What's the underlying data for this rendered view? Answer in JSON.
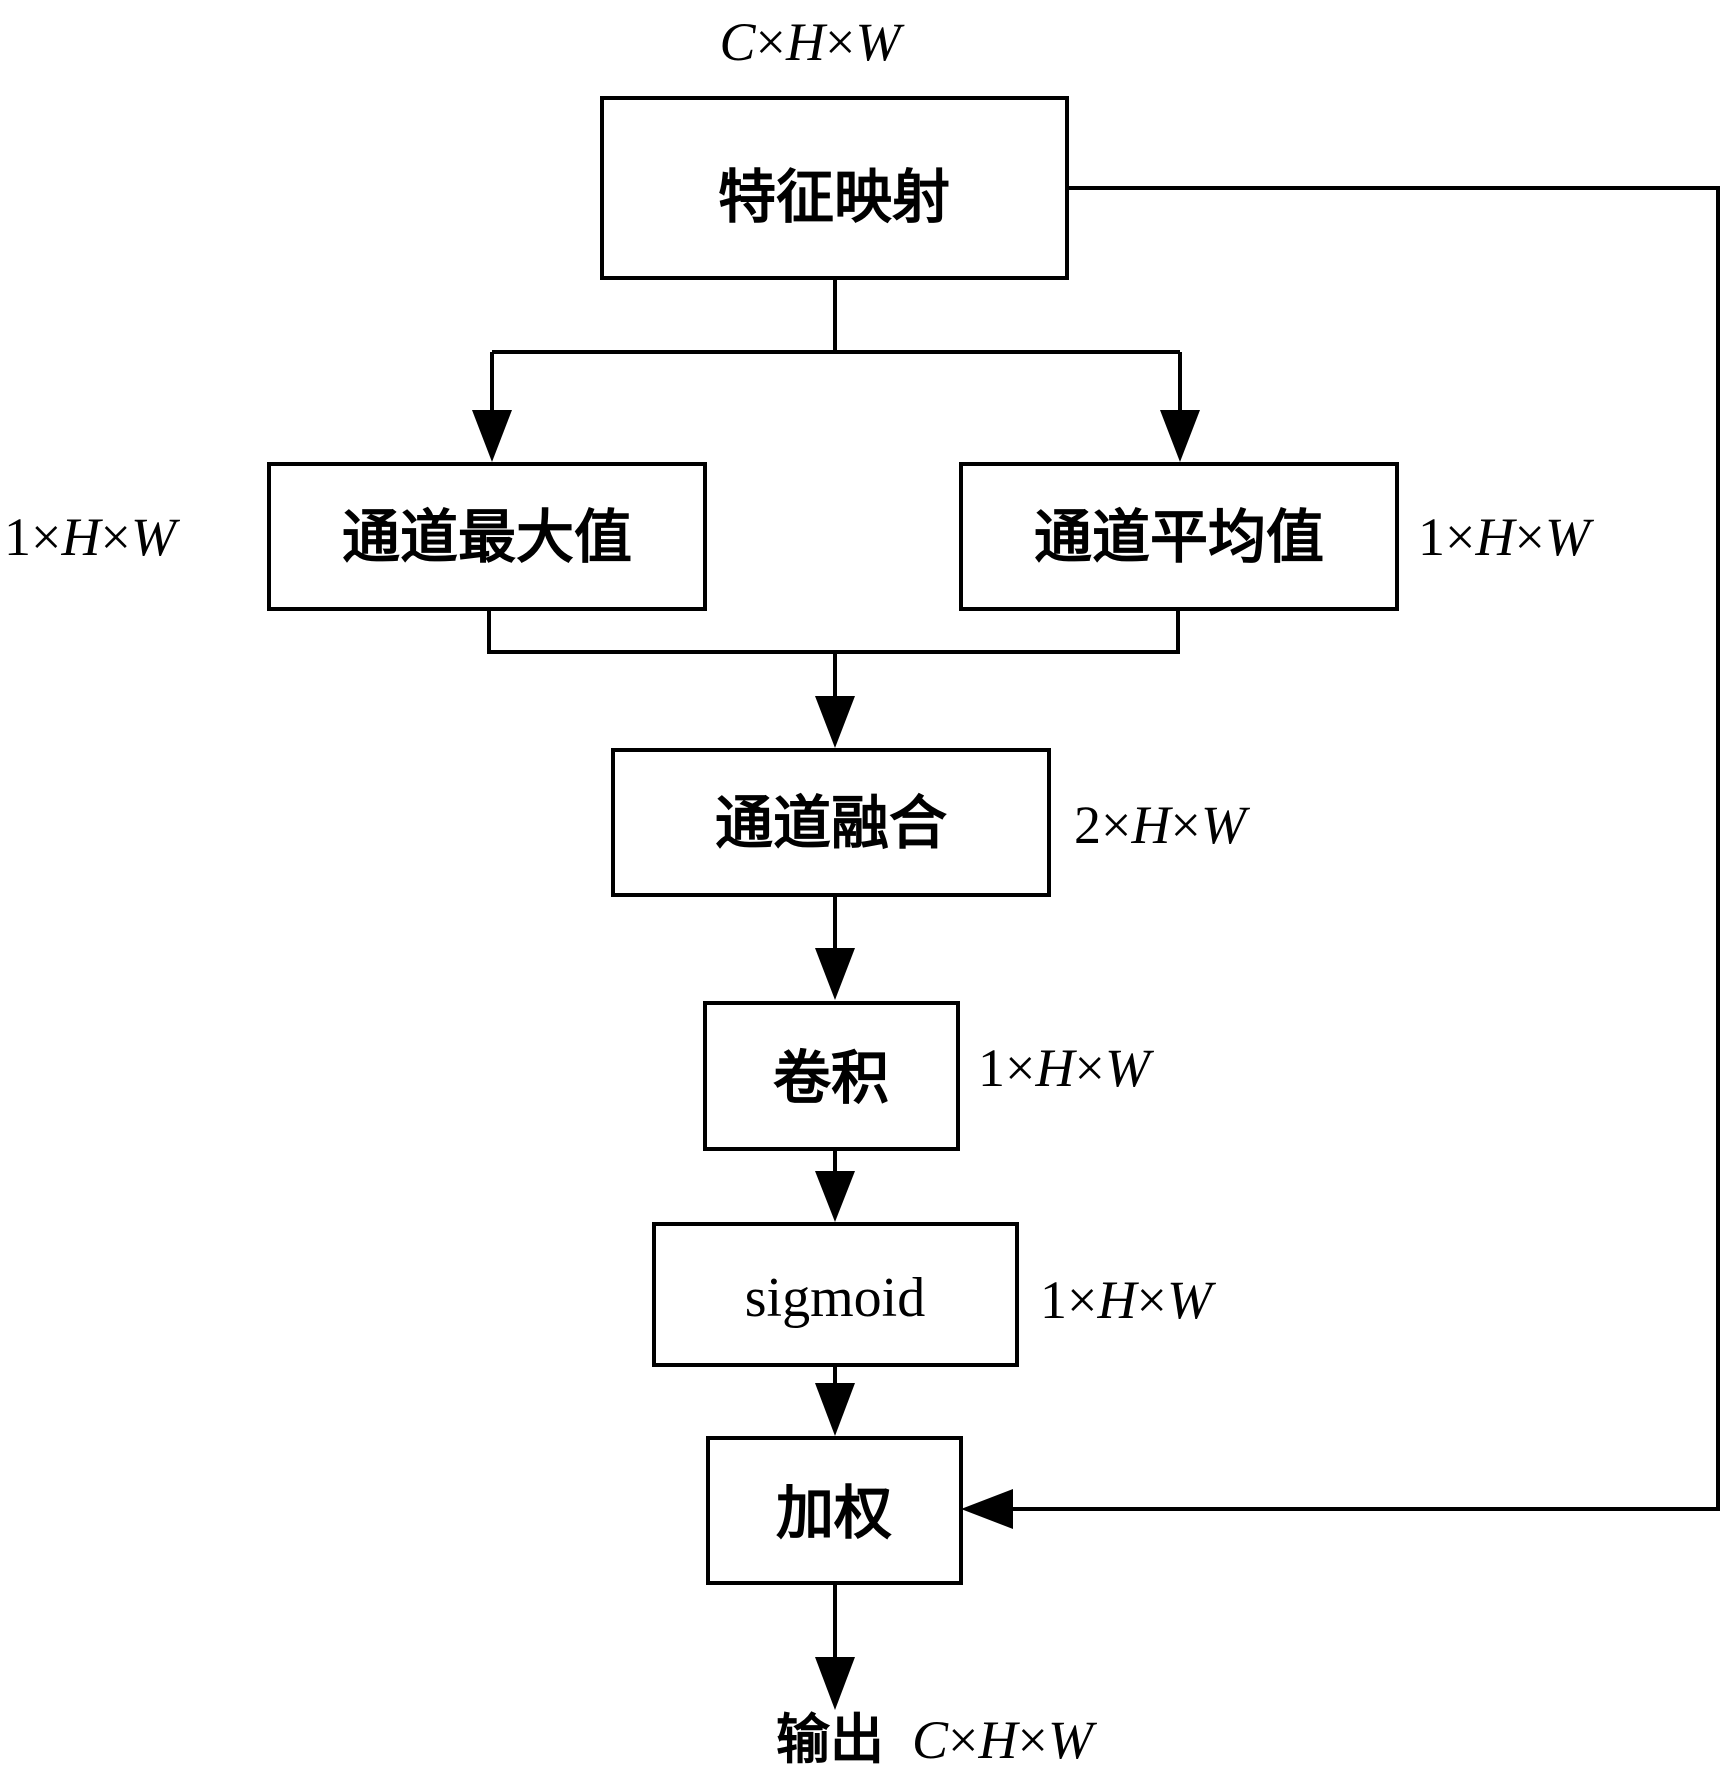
{
  "nodes": {
    "feature_map": "特征映射",
    "channel_max": "通道最大值",
    "channel_avg": "通道平均值",
    "channel_fusion": "通道融合",
    "convolution": "卷积",
    "sigmoid": "sigmoid",
    "weighting": "加权"
  },
  "dims": {
    "input": {
      "n": "C",
      "times1": "×",
      "h": "H",
      "times2": "×",
      "w": "W"
    },
    "channel_max": {
      "n": "1",
      "times1": "×",
      "h": "H",
      "times2": "×",
      "w": "W"
    },
    "channel_avg": {
      "n": "1",
      "times1": "×",
      "h": "H",
      "times2": "×",
      "w": "W"
    },
    "channel_fusion": {
      "n": "2",
      "times1": "×",
      "h": "H",
      "times2": "×",
      "w": "W"
    },
    "convolution": {
      "n": "1",
      "times1": "×",
      "h": "H",
      "times2": "×",
      "w": "W"
    },
    "sigmoid": {
      "n": "1",
      "times1": "×",
      "h": "H",
      "times2": "×",
      "w": "W"
    },
    "output": {
      "n": "C",
      "times1": "×",
      "h": "H",
      "times2": "×",
      "w": "W"
    }
  },
  "output_label": "输出"
}
